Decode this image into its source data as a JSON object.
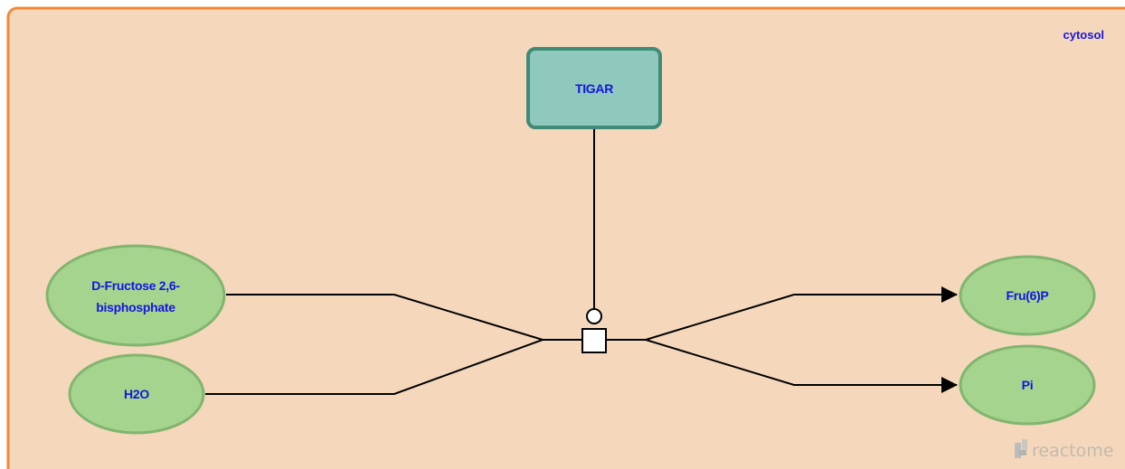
{
  "compartment": {
    "label": "cytosol",
    "fill": "#f5d8bb",
    "stroke": "#f08a36"
  },
  "catalyst": {
    "label": "TIGAR",
    "fill": "#8fc8bc",
    "stroke": "#3f8a78"
  },
  "inputs": [
    {
      "lines": [
        "D-Fructose 2,6-",
        "bisphosphate"
      ]
    },
    {
      "lines": [
        "H2O"
      ]
    }
  ],
  "outputs": [
    {
      "lines": [
        "Fru(6)P"
      ]
    },
    {
      "lines": [
        "Pi"
      ]
    }
  ],
  "colors": {
    "molecule_fill": "#a5d48f",
    "molecule_stroke": "#82b56f",
    "label_text": "#1515e0",
    "edge": "#000000"
  },
  "brand": {
    "text": "reactome",
    "icon": "reactome-logo-icon"
  }
}
